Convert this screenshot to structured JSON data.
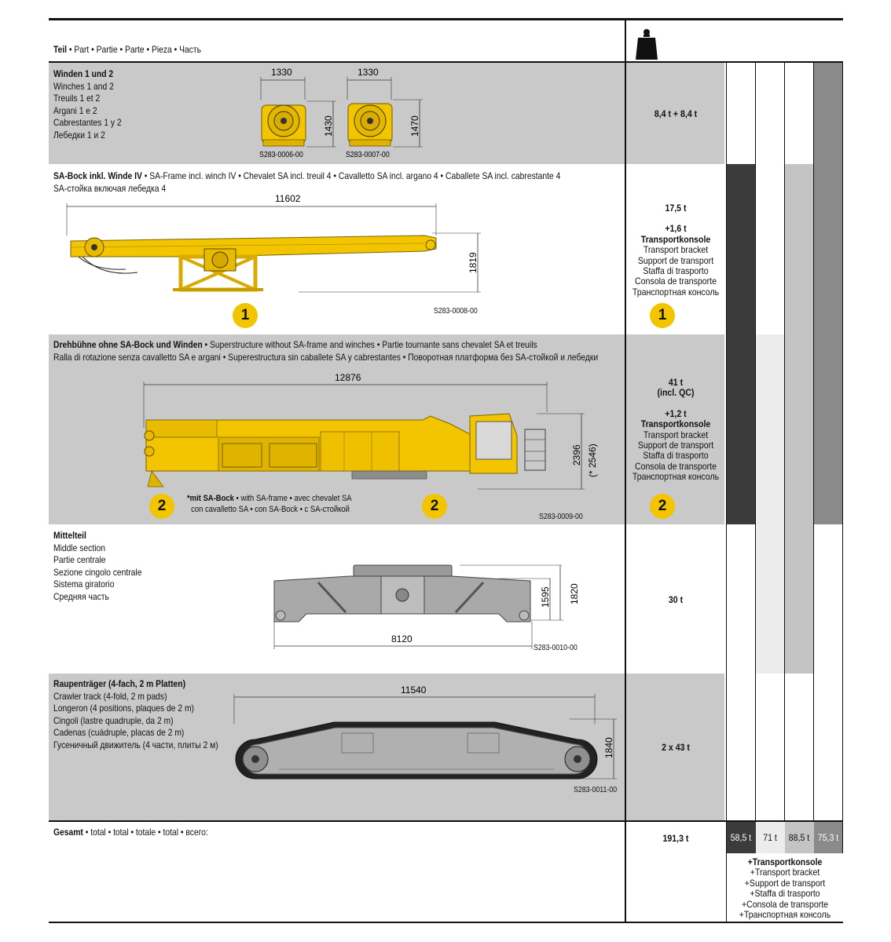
{
  "header": {
    "part_label_bold": "Teil",
    "part_label_rest": " • Part • Partie • Parte • Pieza • Часть",
    "weight_icon": "weight-icon"
  },
  "rows": {
    "winches": {
      "title": "Winden 1 und 2",
      "lines": [
        "Winches 1 and 2",
        "Treuils 1 et 2",
        "Argani 1 e 2",
        "Cabrestantes 1 y 2",
        "Лебедки 1 и 2"
      ],
      "weight": "8,4 t + 8,4 t",
      "drawing1": {
        "width": "1330",
        "height": "1430",
        "code": "S283-0006-00"
      },
      "drawing2": {
        "width": "1330",
        "height": "1470",
        "code": "S283-0007-00"
      }
    },
    "saframe": {
      "title": "SA-Bock inkl. Winde IV",
      "title_rest": " • SA-Frame incl. winch IV • Chevalet SA incl. treuil 4 • Cavalletto SA incl. argano 4 • Caballete SA incl. cabrestante 4",
      "line2": "SA-стойка включая лебедка 4",
      "length": "11602",
      "height": "1819",
      "code": "S283-0008-00",
      "badge": "1",
      "weight": "17,5 t",
      "extra": "+1,6 t",
      "bracket_title": "Transportkonsole",
      "bracket_lines": [
        "Transport bracket",
        "Support de transport",
        "Staffa di trasporto",
        "Consola de transporte",
        "Транспортная консоль"
      ],
      "weight_badge": "1"
    },
    "superstructure": {
      "title": "Drehbühne ohne SA-Bock und Winden",
      "title_rest": " • Superstructure without SA-frame and winches • Partie tournante sans chevalet SA et treuils",
      "line2": "Ralla di rotazione senza cavalletto SA e argani • Superestructura sin caballete SA y cabrestantes • Поворотная платформа без SA-стойкой и лебедки",
      "length": "12876",
      "height": "2396",
      "height_alt": "(* 2546)",
      "note_bold": "*mit SA-Bock",
      "note_rest": " • with SA-frame • avec chevalet SA",
      "note_line2": "con cavalletto SA • con SA-Bock • с SA-стойкой",
      "code": "S283-0009-00",
      "badge": "2",
      "weight": "41 t",
      "weight_sub": "(incl. QC)",
      "extra": "+1,2 t",
      "bracket_title": "Transportkonsole",
      "bracket_lines": [
        "Transport bracket",
        "Support de transport",
        "Staffa di trasporto",
        "Consola de transporte",
        "Транспортная консоль"
      ],
      "weight_badge": "2"
    },
    "middle": {
      "title": "Mittelteil",
      "lines": [
        "Middle section",
        "Partie centrale",
        "Sezione cingolo centrale",
        "Sistema giratorio",
        "Средняя часть"
      ],
      "length": "8120",
      "height1": "1595",
      "height2": "1820",
      "code": "S283-0010-00",
      "weight": "30 t"
    },
    "crawler": {
      "title": "Raupenträger (4-fach, 2 m Platten)",
      "lines": [
        "Crawler track (4-fold, 2 m pads)",
        "Longeron (4 positions, plaques de 2 m)",
        "Cingoli (lastre quadruple, da 2 m)",
        "Cadenas (cuádruple, placas de 2 m)",
        "Гусеничный движитель (4 части, плиты 2 м)"
      ],
      "length": "11540",
      "height": "1840",
      "code": "S283-0011-00",
      "weight": "2 x 43 t"
    }
  },
  "total": {
    "label_bold": "Gesamt",
    "label_rest": " • total • total • totale • total • всего:",
    "weight": "191,3 t",
    "col1": "58,5 t",
    "col2": "71 t",
    "col3": "88,5 t",
    "col4": "75,3 t",
    "bracket_title": "+Transportkonsole",
    "bracket_lines": [
      "+Transport bracket",
      "+Support de transport",
      "+Staffa di trasporto",
      "+Consola de transporte",
      "+Транспортная консоль"
    ]
  },
  "colors": {
    "yellow": "#f2c500",
    "gray_band": "#c9c9c9",
    "col1": "#3b3b3b",
    "col2": "#ececec",
    "col3": "#c4c4c4",
    "col4": "#8a8a8a"
  }
}
